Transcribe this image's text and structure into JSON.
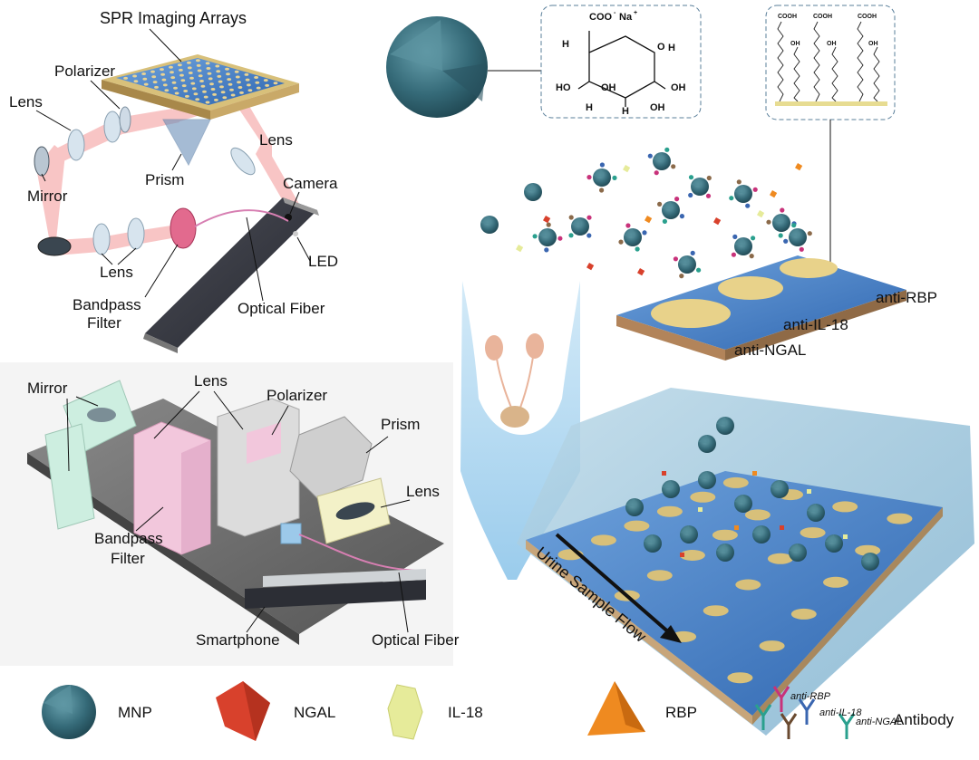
{
  "setup": {
    "spr_arrays": "SPR Imaging Arrays",
    "polarizer": "Polarizer",
    "lens": "Lens",
    "prism": "Prism",
    "camera": "Camera",
    "mirror": "Mirror",
    "led": "LED",
    "bandpass_line1": "Bandpass",
    "bandpass_line2": "Filter",
    "optical_fiber": "Optical Fiber"
  },
  "device": {
    "mirror": "Mirror",
    "lens": "Lens",
    "polarizer": "Polarizer",
    "prism": "Prism",
    "bandpass_line1": "Bandpass",
    "bandpass_line2": "Filter",
    "smartphone": "Smartphone",
    "optical_fiber": "Optical Fiber"
  },
  "chemistry": {
    "coo": "COO",
    "na": "Na",
    "h": "H",
    "oh": "OH",
    "ho": "HO",
    "o": "O",
    "cooh": "COOH"
  },
  "chip": {
    "anti_rbp": "anti-RBP",
    "anti_il18": "anti-IL-18",
    "anti_ngal": "anti-NGAL"
  },
  "flow": {
    "urine_flow": "Urine Sample Flow"
  },
  "legend": {
    "mnp": "MNP",
    "ngal": "NGAL",
    "il18": "IL-18",
    "rbp": "RBP",
    "antibody": "Antibody",
    "ab_rbp": "anti-RBP",
    "ab_il18": "anti-IL-18",
    "ab_ngal": "anti-NGAL"
  },
  "colors": {
    "mnp": "#3d6f7c",
    "ngal": "#d8412c",
    "il18": "#e6eb9a",
    "rbp": "#ef8a20",
    "chip_blue": "#4f86c9",
    "gold": "#d8c07a",
    "beam": "#f6b7b7",
    "pink_block": "#f2c7dc",
    "mint_block": "#cdeee0"
  }
}
